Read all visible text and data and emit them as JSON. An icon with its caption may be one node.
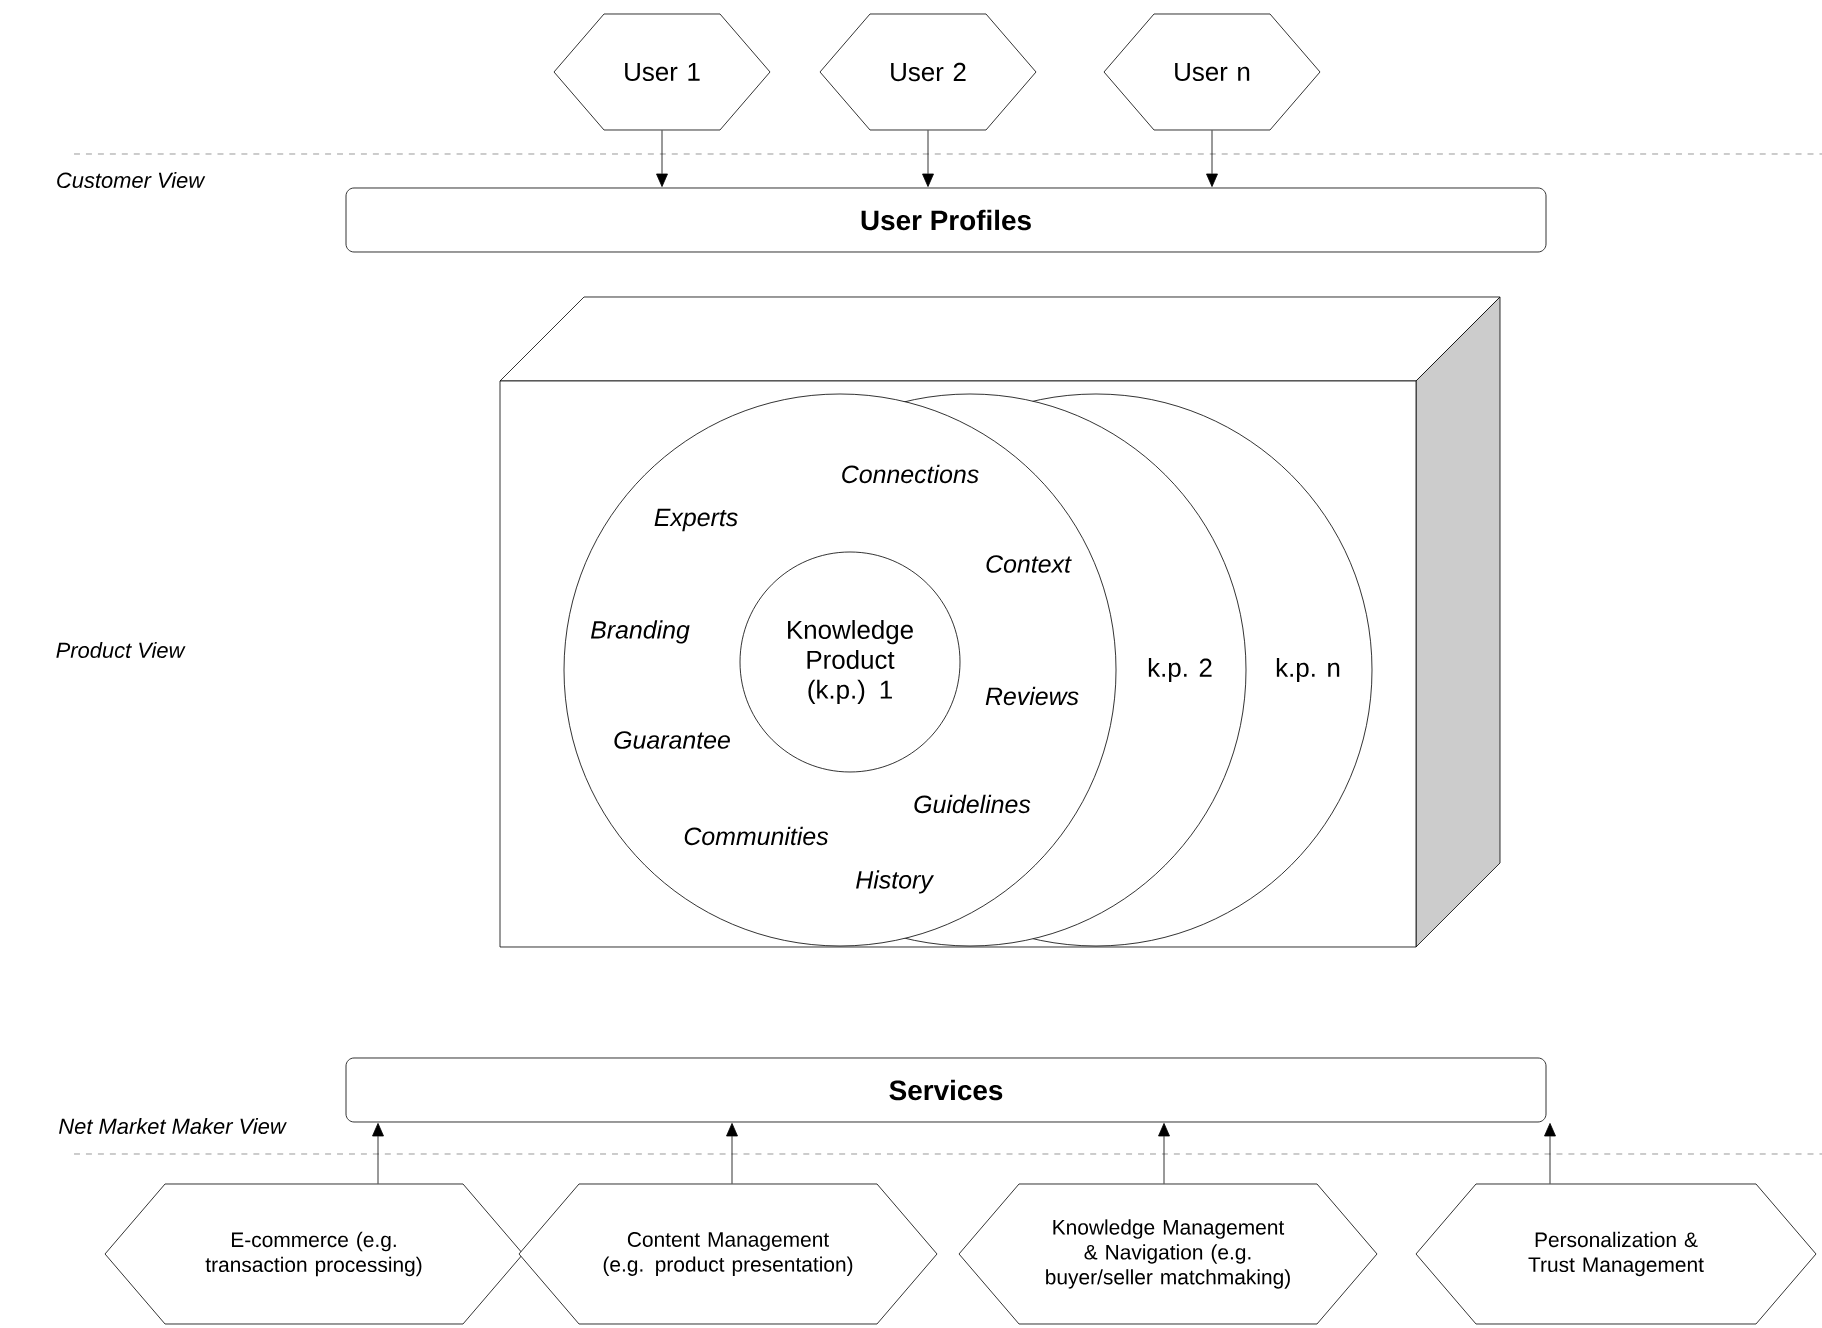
{
  "diagram": {
    "nodes": [
      {
        "text": [
          "User 1"
        ]
      },
      {
        "text": [
          "User 2"
        ]
      },
      {
        "text": [
          "User n"
        ]
      },
      {
        "text": [
          "User Profiles"
        ]
      },
      {
        "text": [],
        "shape": "box"
      },
      {
        "text": [],
        "shape": "circle",
        "in": 4
      },
      {
        "text": [
          "Knowledge Product (k.p.) 1"
        ]
      },
      {
        "text": [
          "k.p. 2"
        ],
        "in": 4
      },
      {
        "text": [
          "k.p. n"
        ],
        "in": 4
      },
      {
        "text": [
          "Services"
        ]
      },
      {
        "text": [
          "E-commerce (e.g. transaction processing)"
        ]
      },
      {
        "text": [
          "Content Management (e.g. product presentation)"
        ]
      },
      {
        "text": [
          "Knowledge Management & Navigation (e.g. buyer/seller matchmaking)"
        ]
      },
      {
        "text": [
          "Personalization & Trust Management"
        ]
      }
    ],
    "edges": [
      {
        "from": 0,
        "to": 3,
        "arrow": "to"
      },
      {
        "from": 1,
        "to": 3,
        "arrow": "to"
      },
      {
        "from": 2,
        "to": 3,
        "arrow": "to"
      },
      {
        "from": 10,
        "to": 9,
        "arrow": "to"
      },
      {
        "from": 11,
        "to": 9,
        "arrow": "to"
      },
      {
        "from": 12,
        "to": 9,
        "arrow": "to"
      },
      {
        "from": 13,
        "to": 9,
        "arrow": "to"
      }
    ],
    "labels": [
      "Customer View",
      "Connections",
      "Experts",
      "Context",
      "Branding",
      "Product View",
      "Reviews",
      "Guarantee",
      "Guidelines",
      "Communities",
      "History",
      "Net Market Maker View"
    ]
  }
}
